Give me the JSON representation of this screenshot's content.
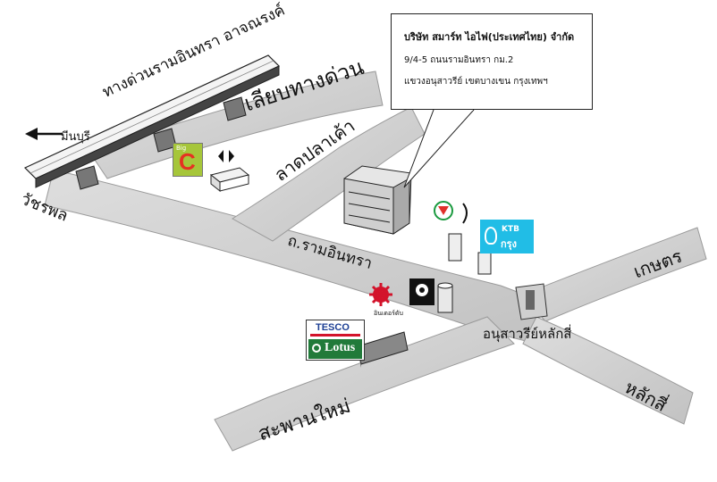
{
  "callout": {
    "company": "บริษัท สมาร์ท ไอไฟ(ประเทศไทย) จำกัด",
    "address_line": "9/4-5 ถนนรามอินทรา กม.2",
    "district_line": "แขวงอนุสาวรีย์ เขตบางเขน กรุงเทพฯ"
  },
  "roads": {
    "expressway": "ทางด่วนรามอินทรา อาจณรงค์",
    "bypass": "เลียบทางด่วน",
    "min_buri": "มีนบุรี",
    "watcharaphon": "วัชรพล",
    "lat_pla_khao": "ลาดปลาเค้า",
    "ram_inthra": "ถ.รามอินทรา",
    "anusawari": "อนุสาวรีย์หลักสี่",
    "kaset": "เกษตร",
    "lak_si": "หลักสี่",
    "sai_mai": "สะพานใหม่"
  },
  "logos": {
    "big_c_big": "Big",
    "big_c_letter": "C",
    "ktb_short": "KTB",
    "ktb_thai": "กรุงไทย",
    "tesco": "TESCO",
    "lotus": "Lotus",
    "small_logo_text": "อินเดอร์ดับ"
  },
  "colors": {
    "road": "#cfcfcf",
    "road_dark": "#b4b4b4",
    "big_c_green": "#a6c63a",
    "big_c_red": "#e53222",
    "ktb": "#21bde6",
    "kbank": "#1a9a3f",
    "tesco_red": "#d3132b",
    "tesco_blue": "#1c3f94",
    "lotus_green": "#217a3a"
  }
}
